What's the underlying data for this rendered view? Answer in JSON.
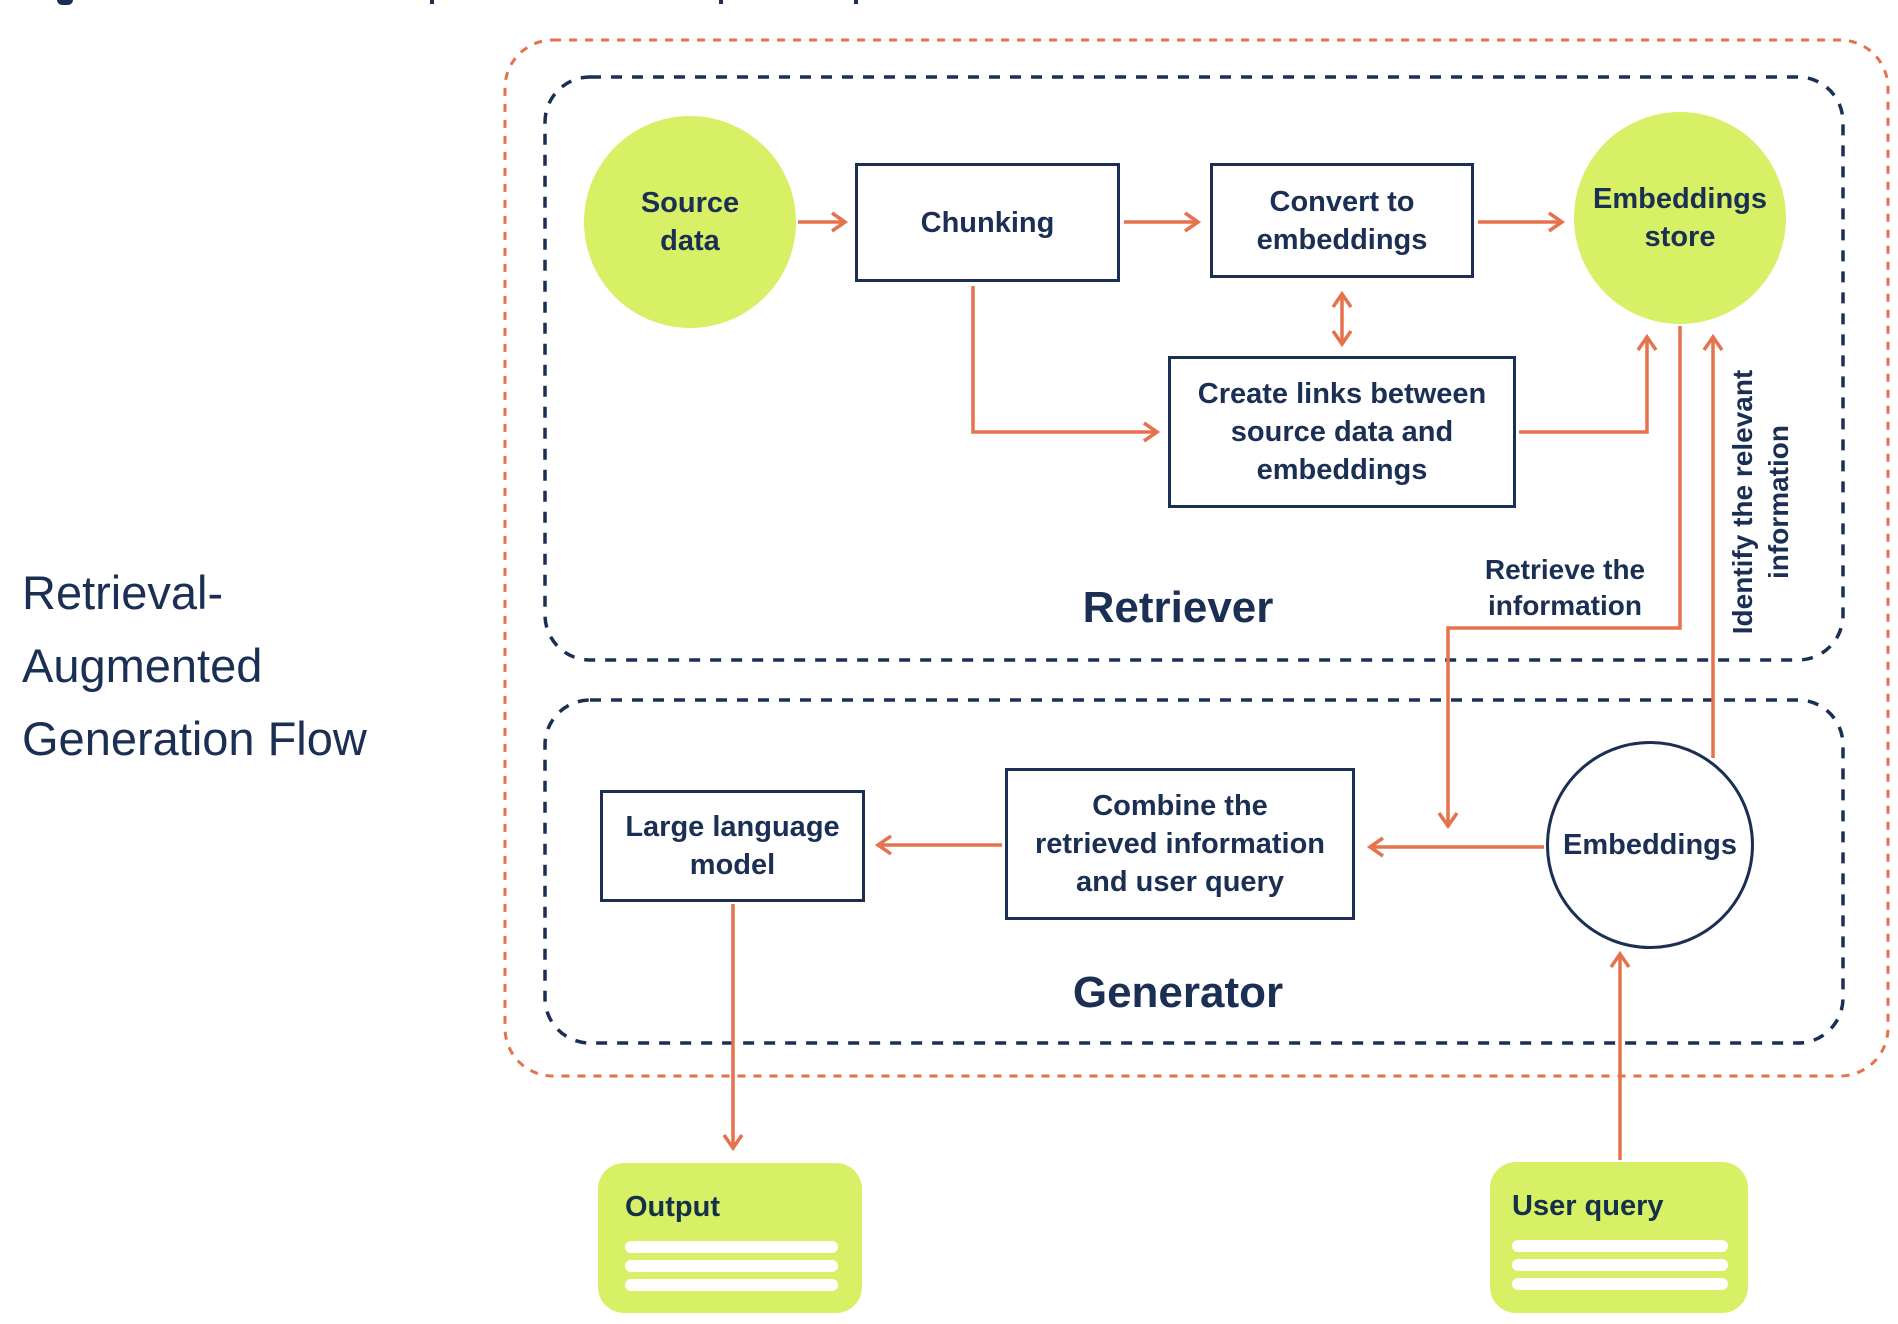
{
  "colors": {
    "navy": "#1b2f55",
    "orange": "#e5724b",
    "green": "#d7f065",
    "white": "#ffffff"
  },
  "title": {
    "text": "Retrieval-Augmented Generation Flow",
    "lines": [
      "Retrieval-",
      "Augmented",
      "Generation Flow"
    ]
  },
  "sections": {
    "retriever": {
      "label": "Retriever"
    },
    "generator": {
      "label": "Generator"
    }
  },
  "nodes": {
    "source_data": {
      "label": "Source data",
      "lines": [
        "Source",
        "data"
      ]
    },
    "chunking": {
      "label": "Chunking"
    },
    "convert": {
      "label": "Convert to embeddings",
      "lines": [
        "Convert to",
        "embeddings"
      ]
    },
    "embeddings_store": {
      "label": "Embeddings store",
      "lines": [
        "Embeddings",
        "store"
      ]
    },
    "create_links": {
      "label": "Create links between source data and embeddings",
      "lines": [
        "Create links between",
        "source data and",
        "embeddings"
      ]
    },
    "llm": {
      "label": "Large language model",
      "lines": [
        "Large language",
        "model"
      ]
    },
    "combine": {
      "label": "Combine the retrieved information and user query",
      "lines": [
        "Combine the",
        "retrieved information",
        "and user query"
      ]
    },
    "embeddings": {
      "label": "Embeddings"
    },
    "output": {
      "label": "Output"
    },
    "user_query": {
      "label": "User query"
    }
  },
  "edge_labels": {
    "retrieve": {
      "text": "Retrieve the information",
      "lines": [
        "Retrieve the",
        "information"
      ]
    },
    "identify": {
      "text": "Identify the relevant information",
      "lines": [
        "Identify the relevant",
        "information"
      ]
    }
  }
}
